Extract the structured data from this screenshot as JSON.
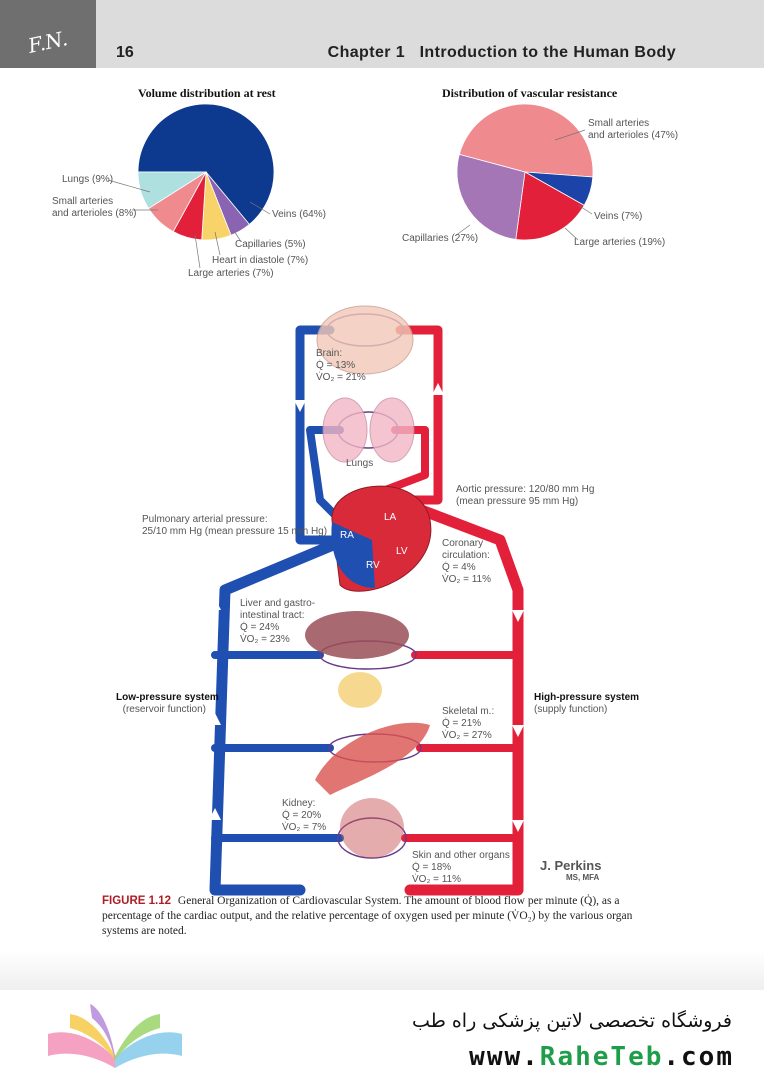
{
  "header": {
    "page_number": "16",
    "chapter_label": "Chapter 1",
    "chapter_title": "Introduction to the Human Body"
  },
  "chart_data": [
    {
      "type": "pie",
      "title": "Volume distribution at rest",
      "slices": [
        {
          "label": "Veins",
          "value": 64,
          "color": "#0d3a8e"
        },
        {
          "label": "Capillaries",
          "value": 5,
          "color": "#8a63b3"
        },
        {
          "label": "Heart in diastole",
          "value": 7,
          "color": "#f7d36a"
        },
        {
          "label": "Large arteries",
          "value": 7,
          "color": "#e3203a"
        },
        {
          "label": "Small arteries and arterioles",
          "value": 8,
          "color": "#ef8a8e"
        },
        {
          "label": "Lungs",
          "value": 9,
          "color": "#aee0e0"
        }
      ],
      "slice_labels": {
        "veins": "Veins  (64%)",
        "capillaries": "Capillaries (5%)",
        "heart": "Heart in diastole (7%)",
        "large_arteries": "Large arteries (7%)",
        "small_arteries_1": "Small arteries",
        "small_arteries_2": "and arterioles (8%)",
        "lungs": "Lungs (9%)"
      }
    },
    {
      "type": "pie",
      "title": "Distribution of vascular resistance",
      "slices": [
        {
          "label": "Small arteries and arterioles",
          "value": 47,
          "color": "#ef8a8e"
        },
        {
          "label": "Veins",
          "value": 7,
          "color": "#1c44a8"
        },
        {
          "label": "Large arteries",
          "value": 19,
          "color": "#e3203a"
        },
        {
          "label": "Capillaries",
          "value": 27,
          "color": "#a576b6"
        }
      ],
      "slice_labels": {
        "small_arteries_1": "Small arteries",
        "small_arteries_2": "and arterioles (47%)",
        "veins": "Veins (7%)",
        "large_arteries": "Large arteries (19%)",
        "capillaries": "Capillaries (27%)"
      }
    }
  ],
  "diagram": {
    "brain": [
      "Brain:",
      "Q̇ = 13%",
      "V̇O₂ = 21%"
    ],
    "lungs": "Lungs",
    "aortic": [
      "Aortic pressure: 120/80 mm Hg",
      "(mean pressure 95 mm Hg)"
    ],
    "pulmonary": [
      "Pulmonary arterial pressure:",
      "25/10 mm Hg (mean pressure 15 mm Hg)"
    ],
    "chambers": {
      "ra": "RA",
      "la": "LA",
      "rv": "RV",
      "lv": "LV"
    },
    "coronary": [
      "Coronary",
      "circulation:",
      "Q̇ = 4%",
      "V̇O₂ = 11%"
    ],
    "liver": [
      "Liver and gastro-",
      "intestinal tract:",
      "Q̇ = 24%",
      "V̇O₂ = 23%"
    ],
    "low_pressure": [
      "Low-pressure system",
      "(reservoir function)"
    ],
    "high_pressure": [
      "High-pressure system",
      "(supply function)"
    ],
    "skeletal": [
      "Skeletal m.:",
      "Q̇ = 21%",
      "V̇O₂ = 27%"
    ],
    "kidney": [
      "Kidney:",
      "Q̇ = 20%",
      "V̇O₂ = 7%"
    ],
    "skin": [
      "Skin and other organs",
      "Q̇ = 18%",
      "V̇O₂ = 11%"
    ]
  },
  "signature": {
    "name": "J. Perkins",
    "credential": "MS, MFA"
  },
  "caption": {
    "label": "FIGURE 1.12",
    "text": "General Organization of Cardiovascular System. The amount of blood flow per minute (Q̇), as a percentage of the cardiac output, and the relative percentage of oxygen used per minute (V̇O₂) by the various organ systems are noted."
  },
  "footer": {
    "persian_text": "فروشگاه تخصصی لاتین پزشکی  راه طب",
    "url_prefix": "www.",
    "url_accent": "RaheTeb",
    "url_suffix": ".com"
  },
  "colors": {
    "artery": "#e3203a",
    "vein": "#1f4fb0",
    "caption_label": "#b01c24"
  }
}
